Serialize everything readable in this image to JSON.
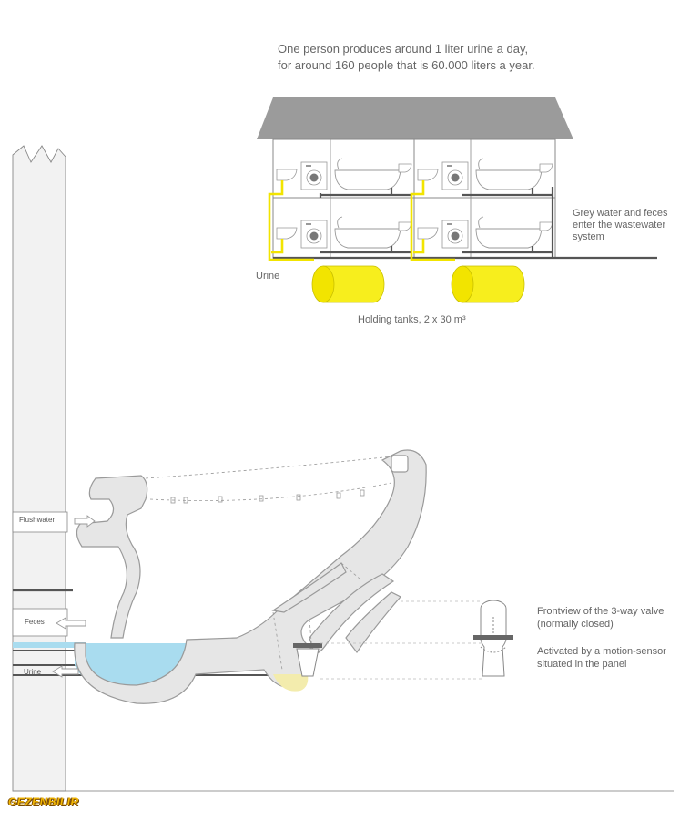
{
  "headline": {
    "line1": "One person produces around 1 liter urine a day,",
    "line2": "for around 160 people that is 60.000 liters a year."
  },
  "labels": {
    "grey_water_line1": "Grey water and feces",
    "grey_water_line2": "enter the wastewater",
    "grey_water_line3": "system",
    "urine": "Urine",
    "holding_tanks": "Holding tanks, 2 x 30 m³",
    "flushwater": "Flushwater",
    "feces": "Feces",
    "urine_pipe": "Urine",
    "valve_line1": "Frontview of the 3-way valve",
    "valve_line2": "(normally closed)",
    "sensor_line1": "Activated by a motion-sensor",
    "sensor_line2": "situated in the panel"
  },
  "watermark": "GEZENBILIR",
  "colors": {
    "roof": "#9b9b9b",
    "wall_outline": "#8a8a8a",
    "pipe_dark": "#555555",
    "urine_pipe": "#f2e400",
    "tank": "#f7ee1d",
    "water": "#a9dcef",
    "ceramic_fill": "#e6e6e6",
    "ceramic_stroke": "#9a9a9a",
    "urine_fluid": "#f3ecad"
  },
  "icons": {
    "flush_arrow": "arrow-right-icon",
    "feces_arrow": "arrow-left-icon",
    "urine_arrow": "arrow-left-icon"
  }
}
